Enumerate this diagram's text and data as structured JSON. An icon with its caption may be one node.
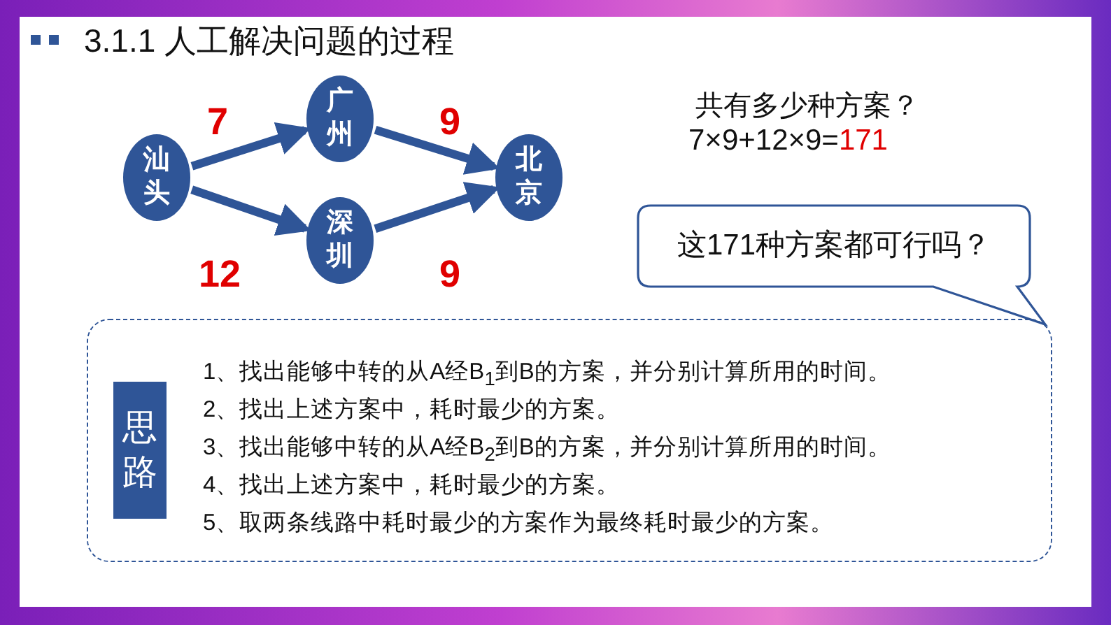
{
  "diagram": {
    "title": "3.1.1 人工解决问题的过程",
    "nodes": [
      {
        "text": [
          "汕头"
        ]
      },
      {
        "text": [
          "广州"
        ]
      },
      {
        "text": [
          "深圳"
        ]
      },
      {
        "text": [
          "北京"
        ]
      },
      {
        "text": [
          "这171种方案都可行吗？"
        ]
      },
      {
        "text": [
          "1、找出能够中转的从A经B$_{1}$到B的方案，并分别计算所用的时间。",
          "2、找出上述方案中，耗时最少的方案。",
          "3、找出能够中转的从A经B$_{2}$到B的方案，并分别计算所用的时间。",
          "4、找出上述方案中，耗时最少的方案。",
          "5、取两条线路中耗时最少的方案作为最终耗时最少的方案。"
        ]
      },
      {
        "text": [
          "思路"
        ],
        "in": 5
      }
    ],
    "edges": [
      {
        "from": 0,
        "to": 1,
        "arrow": "to",
        "label": "7"
      },
      {
        "from": 0,
        "to": 2,
        "arrow": "to",
        "label": "12"
      },
      {
        "from": 1,
        "to": 3,
        "arrow": "to",
        "label": "9"
      },
      {
        "from": 2,
        "to": 3,
        "arrow": "to",
        "label": "9"
      }
    ],
    "labels": [
      "共有多少种方案？",
      "7×9+12×9=",
      "171"
    ]
  }
}
